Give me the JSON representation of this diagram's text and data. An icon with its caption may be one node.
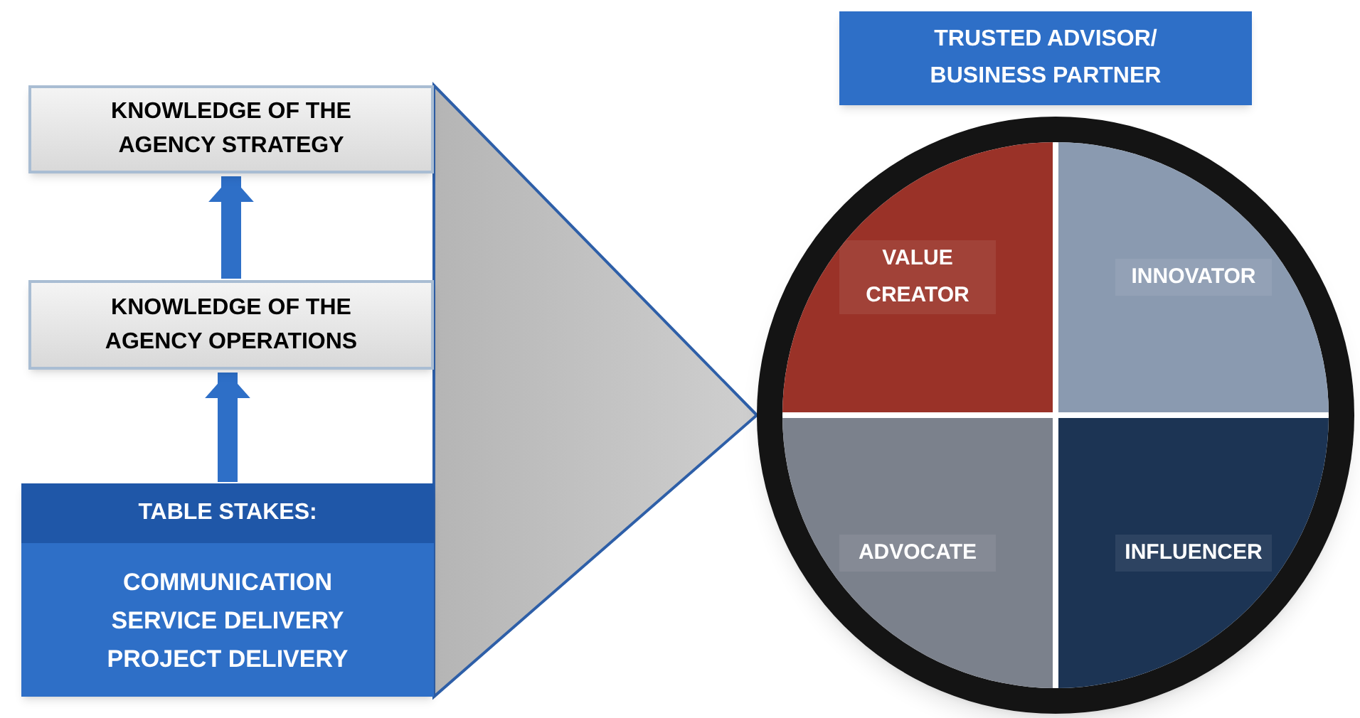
{
  "diagram": {
    "nodes": [
      {
        "text": [
          "KNOWLEDGE OF THE AGENCY STRATEGY"
        ]
      },
      {
        "text": [
          "KNOWLEDGE OF THE AGENCY OPERATIONS"
        ]
      },
      {
        "text": [
          "TABLE STAKES:",
          "COMMUNICATION",
          "SERVICE DELIVERY",
          "PROJECT DELIVERY"
        ]
      },
      {
        "text": [
          "TRUSTED ADVISOR/ BUSINESS PARTNER"
        ]
      },
      {
        "text": [],
        "shape": "circle"
      },
      {
        "text": [
          "VALUE CREATOR"
        ],
        "in": 4
      },
      {
        "text": [
          "INNOVATOR"
        ],
        "in": 4
      },
      {
        "text": [
          "ADVOCATE"
        ],
        "in": 4
      },
      {
        "text": [
          "INFLUENCER"
        ],
        "in": 4
      },
      {
        "text": [],
        "shape": "triangle"
      }
    ],
    "edges": [
      {
        "from": 1,
        "to": 0,
        "arrow": "to"
      },
      {
        "from": 2,
        "to": 1,
        "arrow": "to"
      }
    ]
  }
}
